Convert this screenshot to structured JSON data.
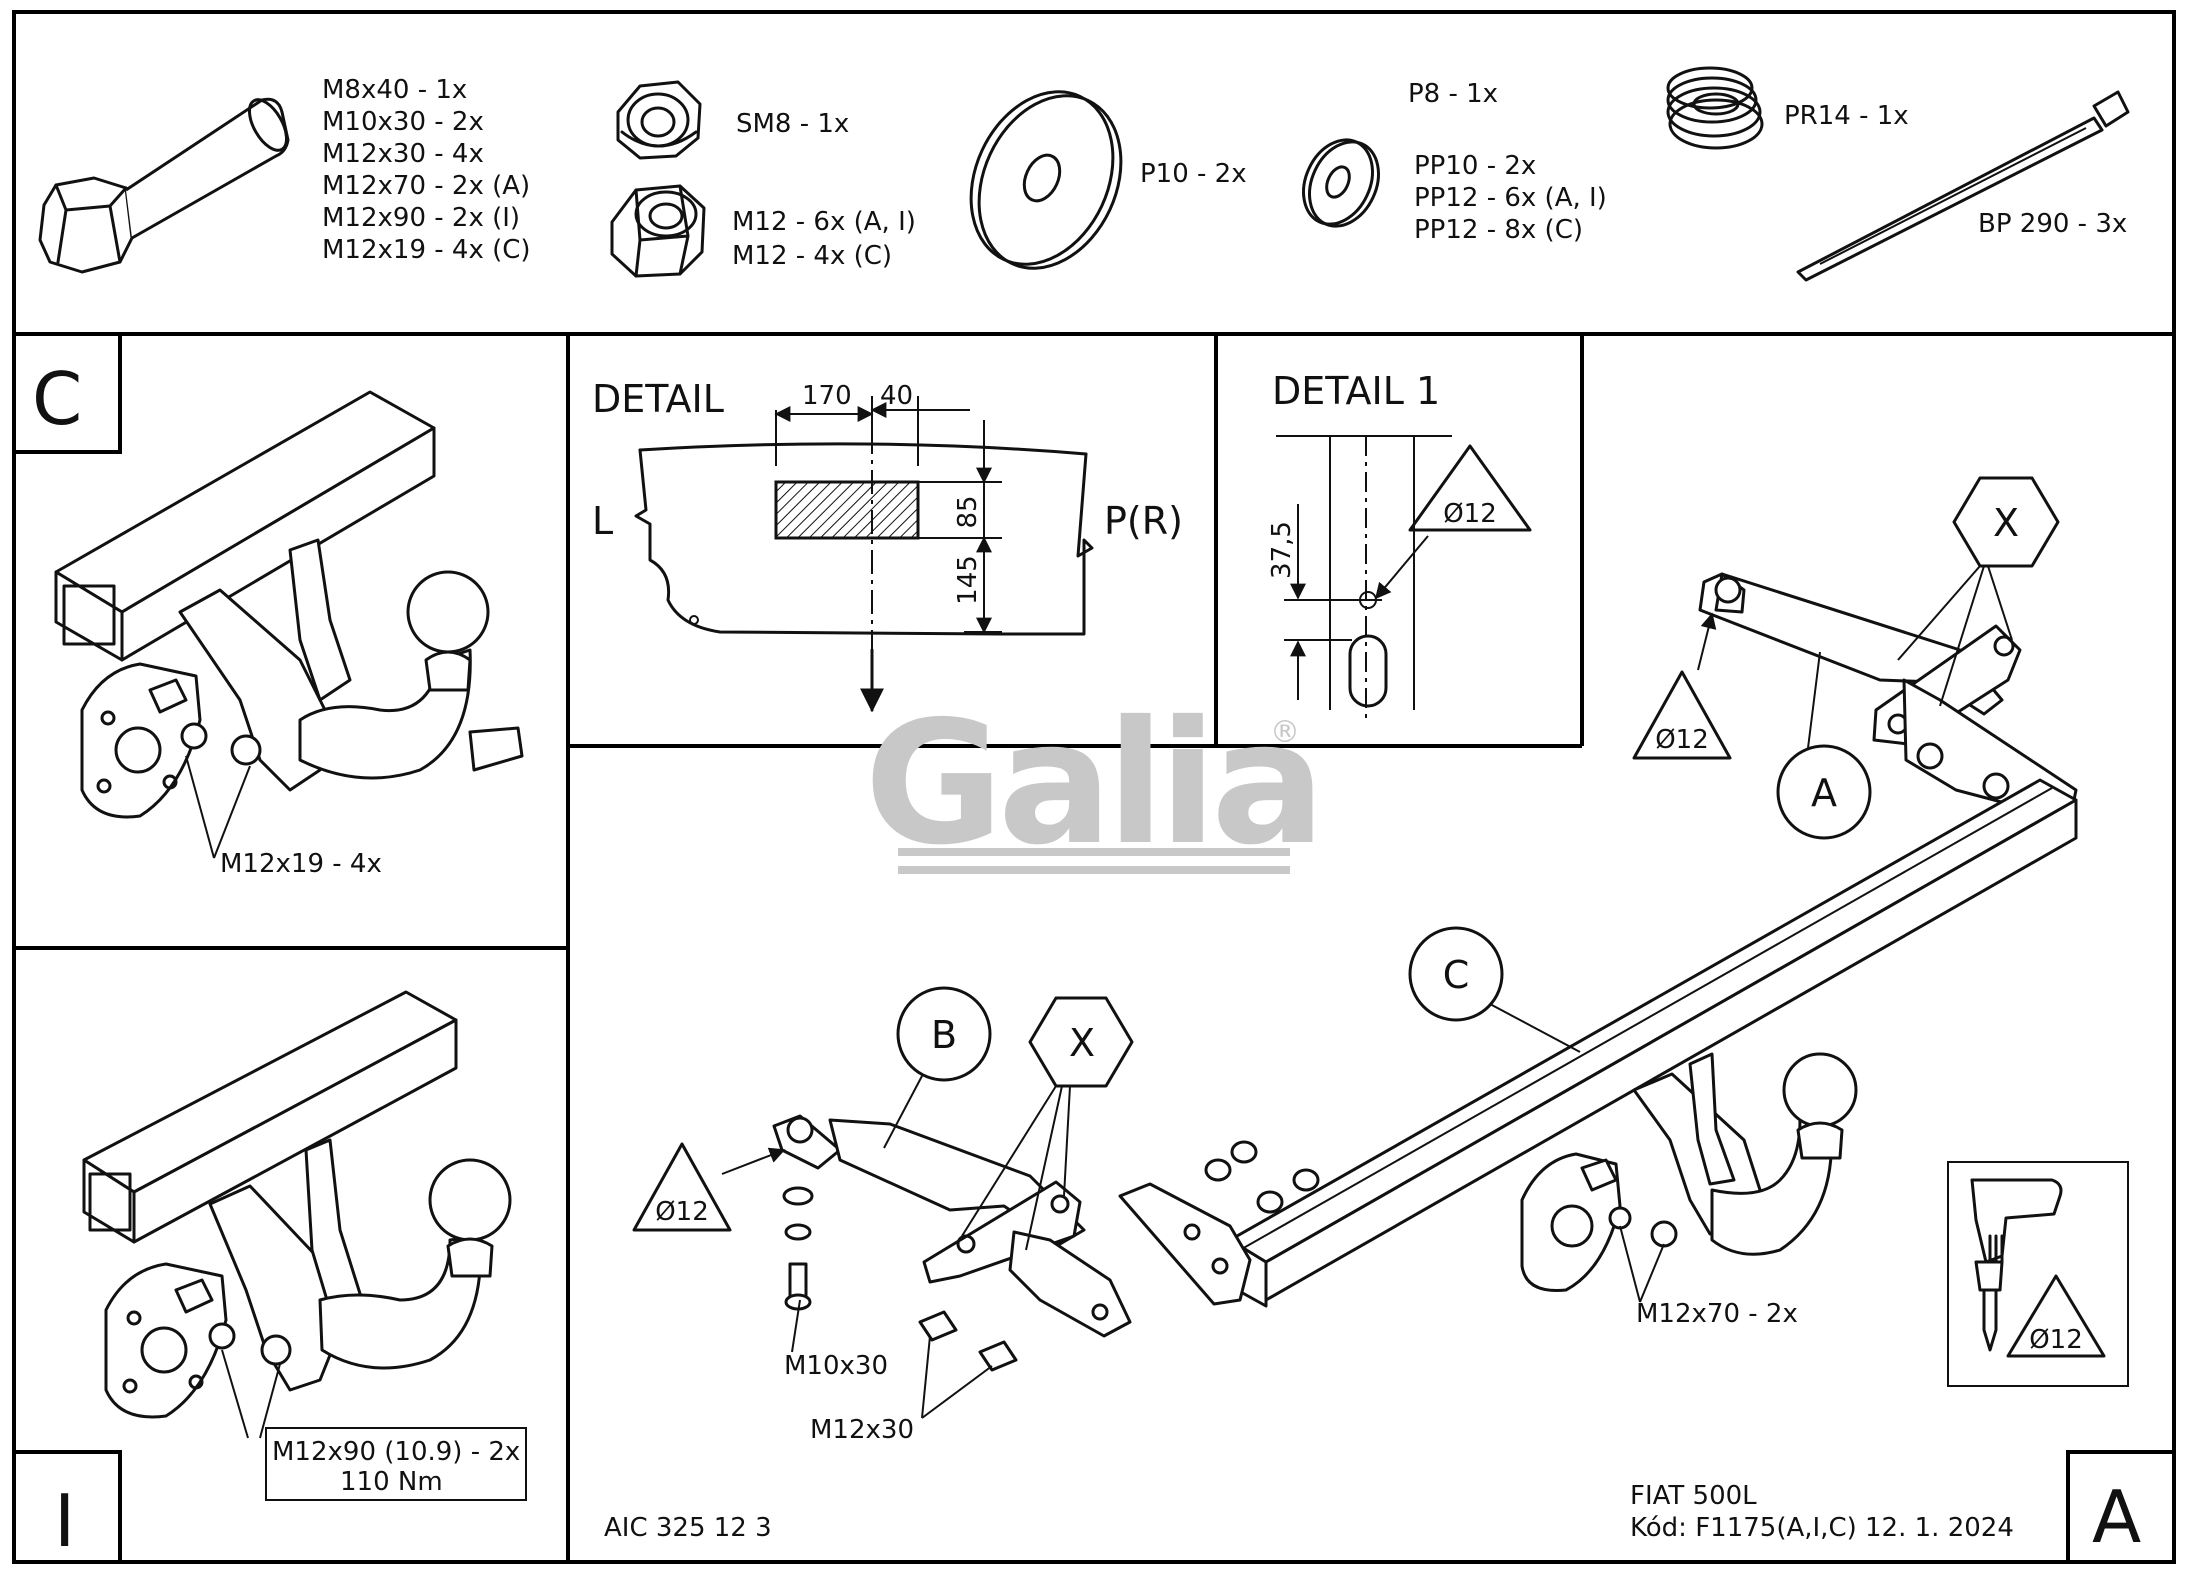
{
  "hardware": {
    "bolts": [
      "M8x40 - 1x",
      "M10x30 - 2x",
      "M12x30 - 4x",
      "M12x70 - 2x (A)",
      "M12x90 - 2x (I)",
      "M12x19 - 4x (C)"
    ],
    "nut_sm8": "SM8 - 1x",
    "nuts_m12": [
      "M12 - 6x (A, I)",
      "M12 - 4x (C)"
    ],
    "washer_p10": "P10 - 2x",
    "washer_p8": "P8 - 1x",
    "washers_pp": [
      "PP10 - 2x",
      "PP12 - 6x (A, I)",
      "PP12 - 8x (C)"
    ],
    "spring": "PR14 - 1x",
    "tie": "BP 290 - 3x"
  },
  "panel_c": {
    "letter": "C",
    "callout": "M12x19 - 4x"
  },
  "panel_i": {
    "letter": "I",
    "callout_line1": "M12x90 (10.9) - 2x",
    "callout_line2": "110 Nm"
  },
  "detail": {
    "title": "DETAIL",
    "dim_170": "170",
    "dim_40": "40",
    "dim_85": "85",
    "dim_145": "145",
    "left": "L",
    "right": "P(R)"
  },
  "detail1": {
    "title": "DETAIL 1",
    "dim_375": "37,5",
    "drill": "Ø12"
  },
  "main": {
    "letter": "A",
    "callout_a": "A",
    "callout_b": "B",
    "callout_c": "C",
    "x_top": "X",
    "x_bottom": "X",
    "drill_a": "Ø12",
    "drill_b": "Ø12",
    "drill_tool": "Ø12",
    "m10x30": "M10x30",
    "m12x30": "M12x30",
    "m12x70": "M12x70 - 2x",
    "logo": "Galia",
    "registered": "®"
  },
  "footer": {
    "doc_code": "AIC 325 12 3",
    "vehicle": "FIAT 500L",
    "code_date": "Kód: F1175(A,I,C)  12. 1. 2024"
  }
}
